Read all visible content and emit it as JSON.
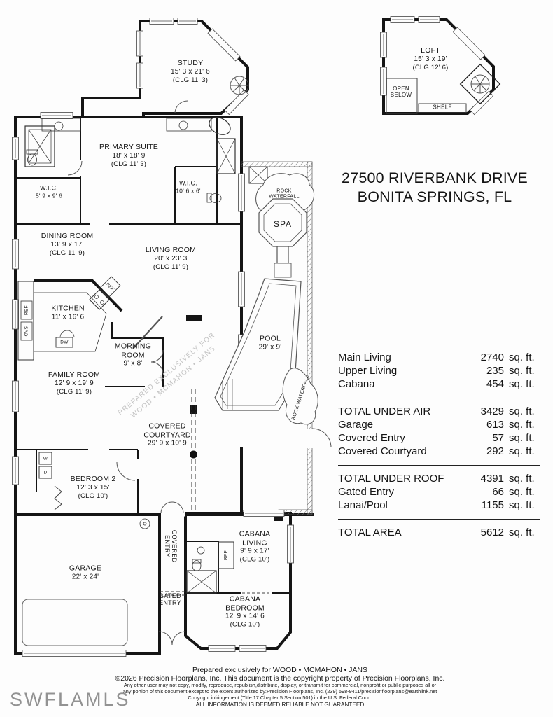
{
  "address": {
    "line1": "27500 RIVERBANK DRIVE",
    "line2": "BONITA SPRINGS, FL"
  },
  "rooms": [
    {
      "name": "STUDY",
      "dims": "15' 3 x 21' 6",
      "clg": "(CLG 11' 3)"
    },
    {
      "name": "LOFT",
      "dims": "15' 3 x 19'",
      "clg": "(CLG 12' 6)"
    },
    {
      "name": "PRIMARY SUITE",
      "dims": "18' x 18' 9",
      "clg": "(CLG 11' 3)"
    },
    {
      "name": "W.I.C.",
      "dims": "5' 9 x 9' 6"
    },
    {
      "name": "W.I.C.",
      "dims": "10' 6 x 6'"
    },
    {
      "name": "DINING ROOM",
      "dims": "13' 9 x 17'",
      "clg": "(CLG 11' 9)"
    },
    {
      "name": "LIVING ROOM",
      "dims": "20' x 23' 3",
      "clg": "(CLG 11' 9)"
    },
    {
      "name": "KITCHEN",
      "dims": "11' x 16' 6"
    },
    {
      "name": "MORNING ROOM",
      "dims": "9' x 8'"
    },
    {
      "name": "FAMILY ROOM",
      "dims": "12' 9 x 19' 9",
      "clg": "(CLG 11' 9)"
    },
    {
      "name": "COVERED COURTYARD",
      "dims": "29' 9 x 10' 9"
    },
    {
      "name": "BEDROOM 2",
      "dims": "12' 3 x 15'",
      "clg": "(CLG 10')"
    },
    {
      "name": "GARAGE",
      "dims": "22' x 24'"
    },
    {
      "name": "CABANA LIVING",
      "dims": "9' 9 x 17'",
      "clg": "(CLG 10')"
    },
    {
      "name": "CABANA BEDROOM",
      "dims": "12' 9 x 14' 6",
      "clg": "(CLG 10')"
    },
    {
      "name": "SPA"
    },
    {
      "name": "POOL",
      "dims": "29' x 9'"
    }
  ],
  "labels": {
    "open_below": "OPEN BELOW",
    "shelf": "SHELF",
    "rock_waterfall": "ROCK WATERFALL",
    "covered_entry": "COVERED ENTRY",
    "gated_entry": "GATED ENTRY",
    "ref": "REF",
    "ovs": "OVS",
    "dw": "DW",
    "w": "W",
    "d": "D"
  },
  "watermarks": {
    "prepared_line1": "PREPARED EXCLUSIVELY FOR",
    "prepared_line2": "WOOD • MCMAHON • JANS",
    "mls": "SWFLAMLS"
  },
  "area_table": {
    "unit": "sq. ft.",
    "group1": [
      {
        "label": "Main Living",
        "value": "2740"
      },
      {
        "label": "Upper Living",
        "value": "235"
      },
      {
        "label": "Cabana",
        "value": "454"
      }
    ],
    "group2": [
      {
        "label": "TOTAL UNDER AIR",
        "value": "3429"
      },
      {
        "label": "Garage",
        "value": "613"
      },
      {
        "label": "Covered Entry",
        "value": "57"
      },
      {
        "label": "Covered Courtyard",
        "value": "292"
      }
    ],
    "group3": [
      {
        "label": "TOTAL UNDER ROOF",
        "value": "4391"
      },
      {
        "label": "Gated Entry",
        "value": "66"
      },
      {
        "label": "Lanai/Pool",
        "value": "1155"
      }
    ],
    "total": {
      "label": "TOTAL AREA",
      "value": "5612"
    }
  },
  "footer": {
    "line1": "Prepared exclusively for WOOD • MCMAHON • JANS",
    "line2": "©2026 Precision Floorplans, Inc.  This document is the copyright property of Precision Floorplans, Inc.",
    "line3": "Any other user may not copy, modify, reproduce, republish,distribute, display, or transmit for commercial, nonprofit or public purposes all or",
    "line4": "any portion of this document except to the extent authorized by:Precision Floorplans, Inc. (239) 598-9411/precisionfloorplans@earthlink.net",
    "line5": "Copyright infringement (Title 17 Chapter 5 Section 501) in the U.S. Federal Court.",
    "line6": "ALL INFORMATION IS DEEMED RELIABLE NOT GUARANTEED"
  }
}
